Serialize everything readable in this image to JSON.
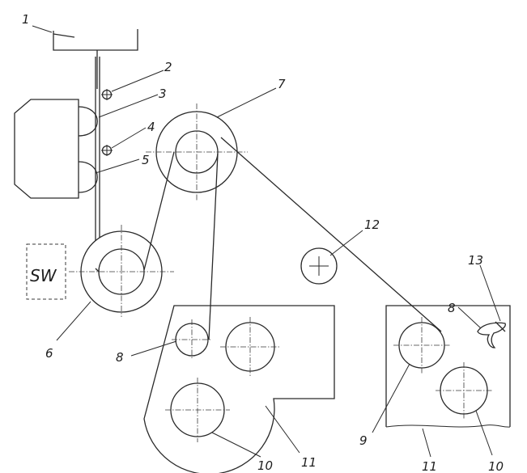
{
  "labels": {
    "l1": "1",
    "l2": "2",
    "l3": "3",
    "l4": "4",
    "l5": "5",
    "l6": "6",
    "l7": "7",
    "l8a": "8",
    "l8b": "8",
    "l9": "9",
    "l10a": "10",
    "l10b": "10",
    "l11a": "11",
    "l11b": "11",
    "l12": "12",
    "l13": "13"
  },
  "sw_box": "SW"
}
